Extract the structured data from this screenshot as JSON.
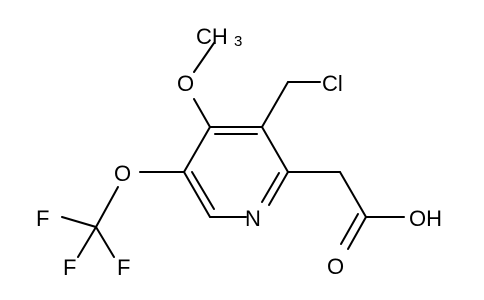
{
  "molecule": {
    "atoms": {
      "methyl": "CH",
      "methyl_subscript": "3",
      "chlorine": "Cl",
      "methoxy_oxygen": "O",
      "ether_oxygen": "O",
      "fluorine_1": "F",
      "fluorine_2": "F",
      "fluorine_3": "F",
      "ring_nitrogen": "N",
      "carbonyl_oxygen": "O",
      "hydroxyl": "OH"
    }
  }
}
